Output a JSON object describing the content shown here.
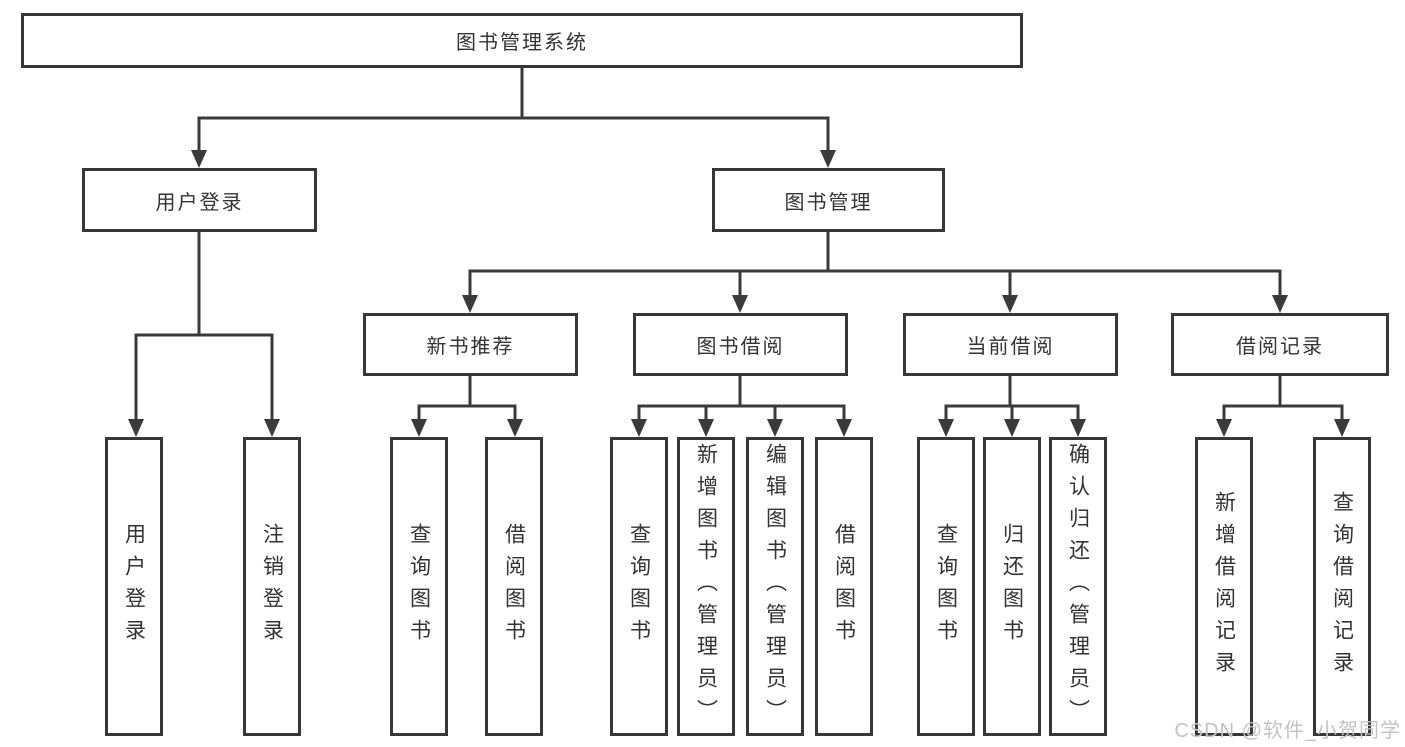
{
  "diagram": {
    "root": "图书管理系统",
    "level2": [
      {
        "label": "用户登录",
        "leaves": [
          "用户登录",
          "注销登录"
        ]
      },
      {
        "label": "图书管理",
        "groups": [
          {
            "label": "新书推荐",
            "leaves": [
              "查询图书",
              "借阅图书"
            ]
          },
          {
            "label": "图书借阅",
            "leaves": [
              "查询图书",
              "新增图书（管理员）",
              "编辑图书（管理员）",
              "借阅图书"
            ]
          },
          {
            "label": "当前借阅",
            "leaves": [
              "查询图书",
              "归还图书",
              "确认归还（管理员）"
            ]
          },
          {
            "label": "借阅记录",
            "leaves": [
              "新增借阅记录",
              "查询借阅记录"
            ]
          }
        ]
      }
    ]
  },
  "watermark": "CSDN @软件_小贺同学",
  "colors": {
    "line": "#3a3a3a",
    "box_border": "#373737",
    "text": "#333333",
    "watermark": "#c3c3c3",
    "background": "#ffffff"
  }
}
